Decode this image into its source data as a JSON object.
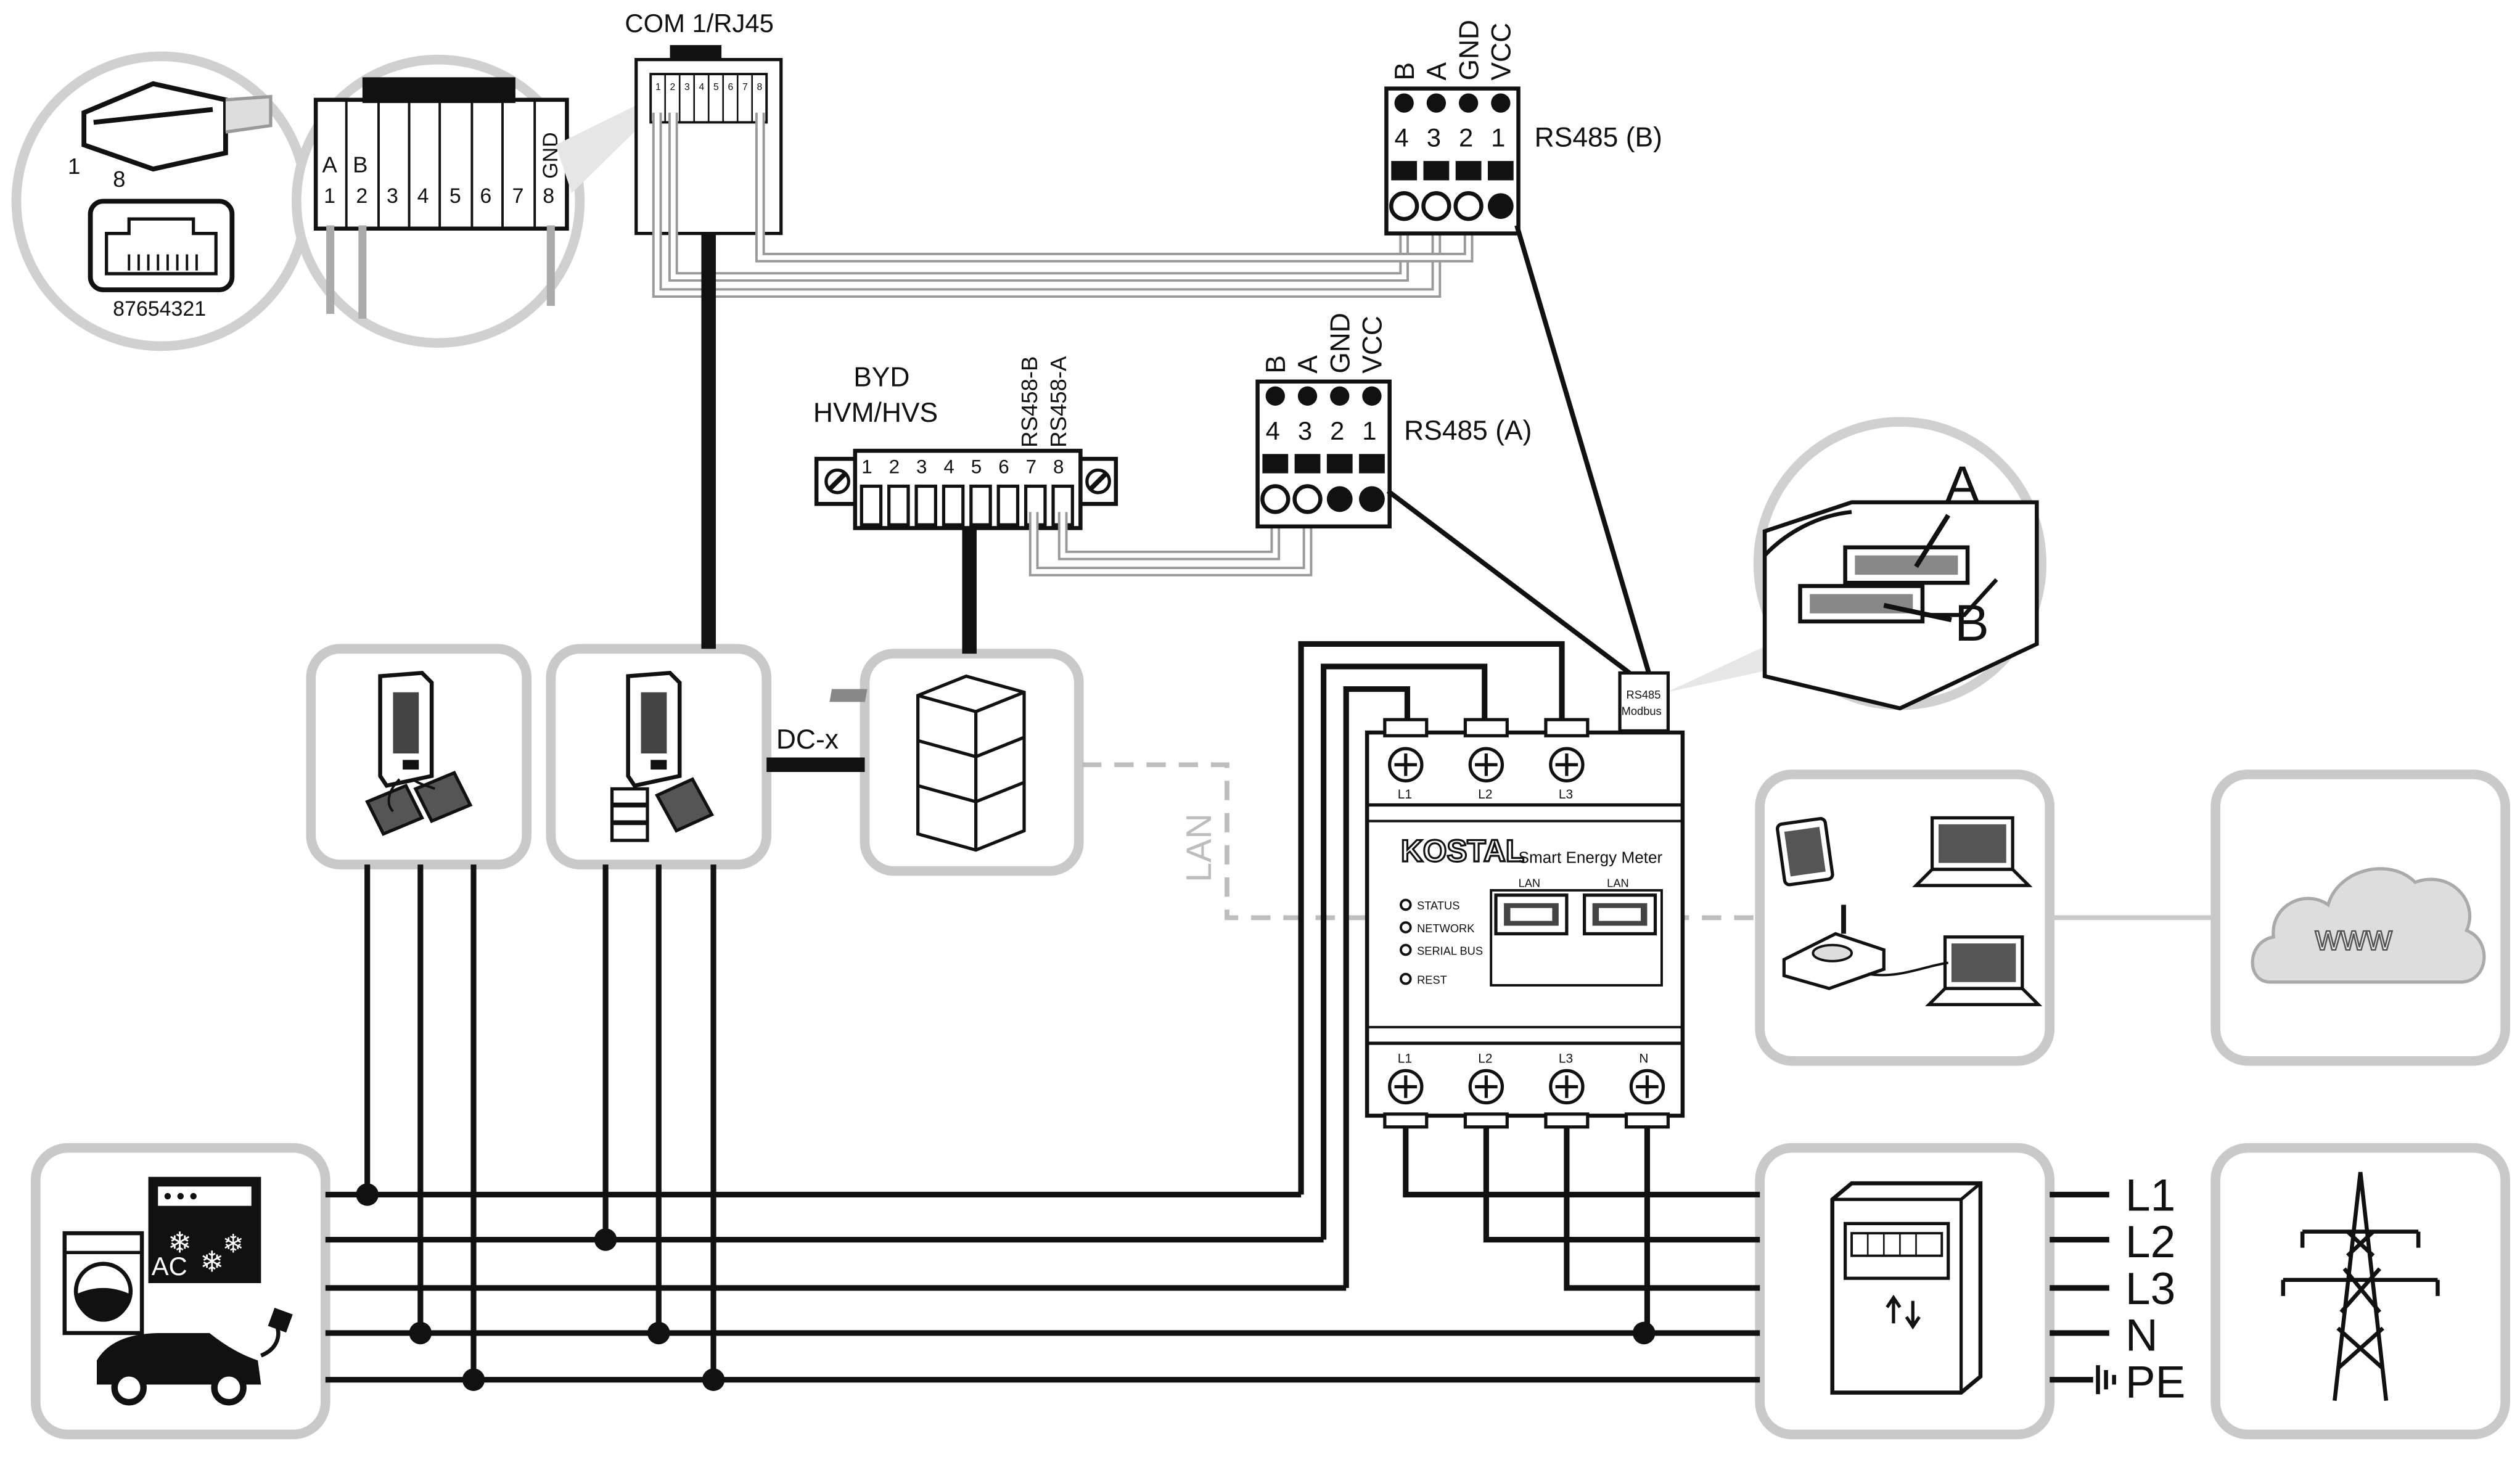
{
  "rj45_zoom": {
    "plug_pins": [
      "1",
      "8"
    ],
    "jack_pins": "87654321",
    "pin_signals": [
      "A",
      "B",
      "",
      "",
      "",
      "",
      "",
      "GND"
    ],
    "pin_numbers": [
      "1",
      "2",
      "3",
      "4",
      "5",
      "6",
      "7",
      "8"
    ]
  },
  "com_port": {
    "label": "COM 1/RJ45",
    "pins": [
      "1",
      "2",
      "3",
      "4",
      "5",
      "6",
      "7",
      "8"
    ]
  },
  "rs485_b": {
    "label": "RS485 (B)",
    "signals": [
      "B",
      "A",
      "GND",
      "VCC"
    ],
    "numbers": [
      "4",
      "3",
      "2",
      "1"
    ]
  },
  "rs485_a": {
    "label": "RS485 (A)",
    "signals": [
      "B",
      "A",
      "GND",
      "VCC"
    ],
    "numbers": [
      "4",
      "3",
      "2",
      "1"
    ]
  },
  "byd": {
    "title_line1": "BYD",
    "title_line2": "HVM/HVS",
    "signal_labels": [
      "RS458-B",
      "RS458-A"
    ],
    "pins": [
      "1",
      "2",
      "3",
      "4",
      "5",
      "6",
      "7",
      "8"
    ]
  },
  "dc_label": "DC-x",
  "lan_label": "LAN",
  "modbus_zoom": {
    "label_a": "A",
    "label_b": "B"
  },
  "meter": {
    "brand": "KOSTAL",
    "product": "Smart Energy Meter",
    "modbus_line1": "RS485",
    "modbus_line2": "Modbus",
    "top_terminals": [
      "L1",
      "L2",
      "L3"
    ],
    "bottom_terminals": [
      "L1",
      "L2",
      "L3",
      "N"
    ],
    "lan_ports": [
      "LAN",
      "LAN"
    ],
    "leds": [
      "STATUS",
      "NETWORK",
      "SERIAL BUS"
    ],
    "reset": "REST"
  },
  "consumers": {
    "ac_label": "AC"
  },
  "cloud_label": "www",
  "grid_lines": [
    "L1",
    "L2",
    "L3",
    "N",
    "PE"
  ]
}
